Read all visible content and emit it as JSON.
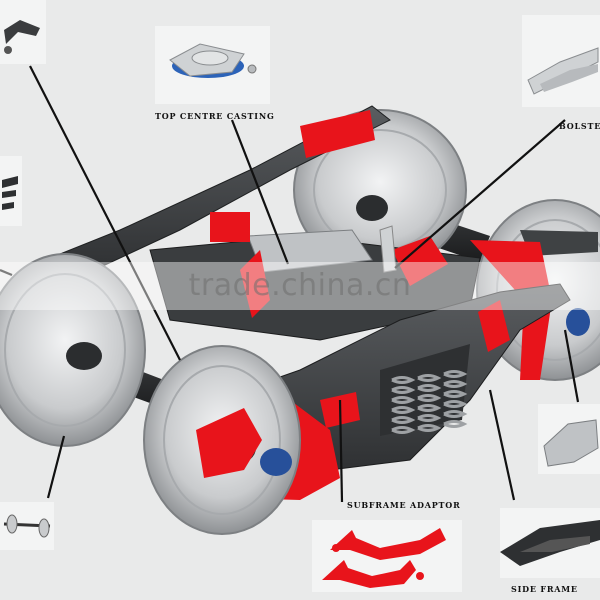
{
  "labels": {
    "top_centre_casting": "TOP CENTRE CASTING",
    "bolster": "BOLSTER",
    "subframe_adaptor": "SUBFRAME ADAPTOR",
    "side_frame": "SIDE FRAME"
  },
  "watermark": "trade.china.cn",
  "colors": {
    "background": "#e9eaea",
    "frame": "#3f4244",
    "accent_red": "#e8141b",
    "wheel": "#c9cbcd",
    "spring": "#cfd2d4"
  }
}
